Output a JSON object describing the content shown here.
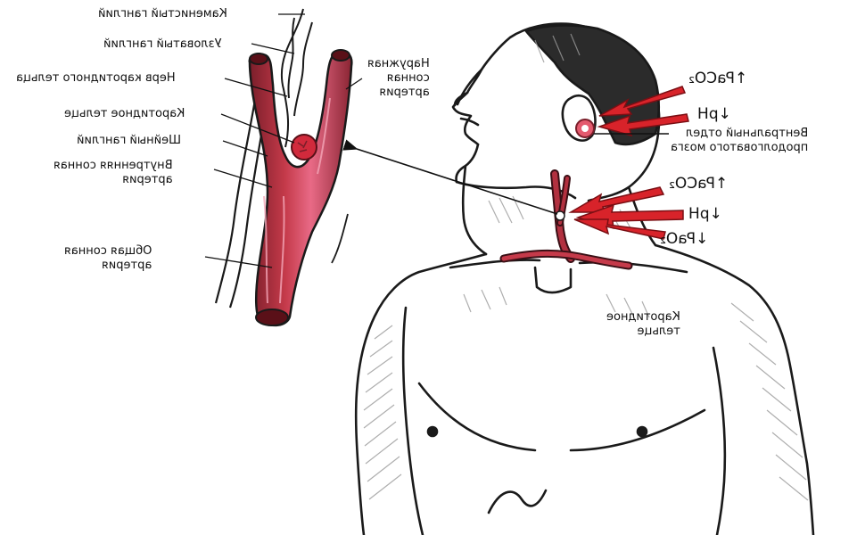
{
  "colors": {
    "artery_fill": "#c53a4a",
    "artery_highlight": "#e86a86",
    "outline": "#1a1a1a",
    "arrow_red": "#d8232a",
    "body_shade": "#9a9a9a"
  },
  "labels": {
    "petrosal_ganglion": "Каменистый ганглий",
    "nodose_ganglion": "Узловатый ганглий",
    "carotid_sinus_nerve": "Нерв каротидного тельца",
    "carotid_body_inset": "Каротидное тельце",
    "cervical_ganglion": "Шейный ганглий",
    "internal_carotid": [
      "Внутренняя сонная",
      "артерия"
    ],
    "common_carotid": [
      "Общая сонная",
      "артерия"
    ],
    "external_carotid": [
      "Наружная",
      "сонная",
      "артерия"
    ],
    "ventral_medulla": [
      "Вентральный отдел",
      "продолговатого мозга"
    ],
    "carotid_body_neck": [
      "Каротидное",
      "тельце"
    ]
  },
  "stimuli": {
    "brain": [
      "↑PaCO₂",
      "↓pH"
    ],
    "carotid": [
      "↑PaCO₂",
      "↓pH",
      "↓PaO₂"
    ]
  }
}
